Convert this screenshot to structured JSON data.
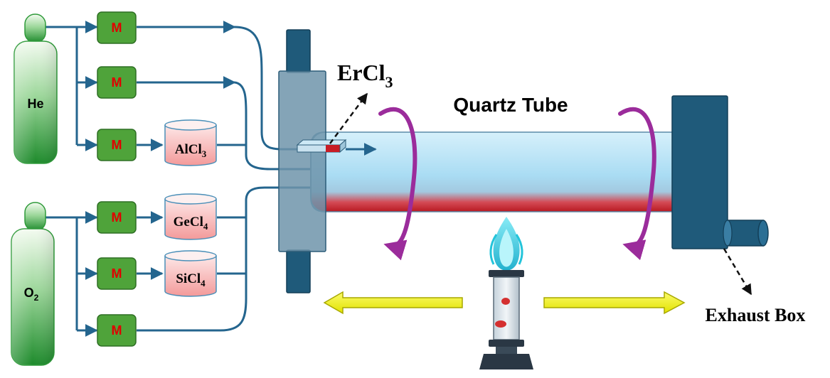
{
  "cylinders": [
    {
      "label": "He",
      "sub": ""
    },
    {
      "label": "O",
      "sub": "2"
    }
  ],
  "mfc_label": "M",
  "bubblers": [
    {
      "label": "AlCl",
      "sub": "3"
    },
    {
      "label": "GeCl",
      "sub": "4"
    },
    {
      "label": "SiCl",
      "sub": "4"
    }
  ],
  "ercl3": {
    "label": "ErCl",
    "sub": "3"
  },
  "tube_label": "Quartz Tube",
  "exhaust_label": "Exhaust Box",
  "colors": {
    "cylinder": "#2f9a3a",
    "mfc": "#4fa33a",
    "mfc_text": "#e00000",
    "pipe": "#24658e",
    "tube": "#a9dcf3",
    "deposit": "#cc2020",
    "rotation": "#9b2c9b",
    "arrow": "#f2f20a",
    "flange": "#1f5a7a"
  }
}
